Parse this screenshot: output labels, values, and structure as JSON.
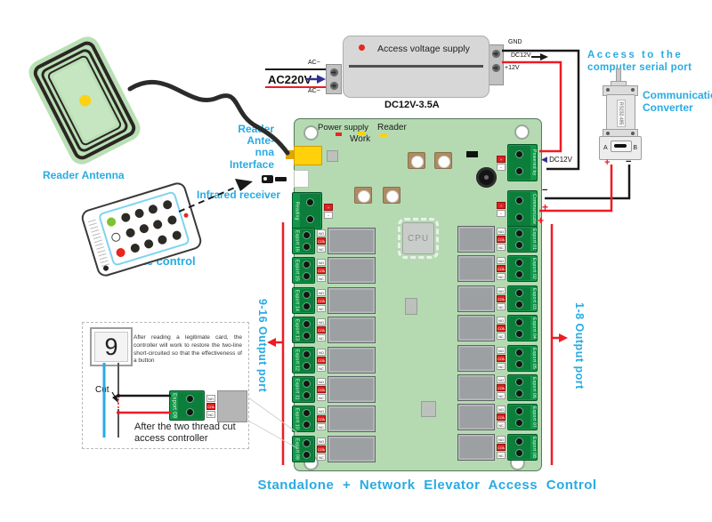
{
  "title": "Standalone + Network Elevator Access Control",
  "labels": {
    "reader_antenna": "Reader Antenna",
    "ir_remote": "IR remote control",
    "infrared_receiver": "Infrared receiver",
    "antenna_interface_line1": "Reader Ante-",
    "antenna_interface_line2": "nna Interface",
    "output_left": "9-16 Output port",
    "output_right": "1-8 Output port",
    "serial_line1": "Access to the",
    "serial_line2": "computer serial port",
    "converter_line1": "Communication",
    "converter_line2": "Converter",
    "converter_chip": "RS232-485",
    "port_a": "A",
    "port_b": "B",
    "plus": "+",
    "minus": "−",
    "dc12v_in": "DC12V"
  },
  "psu": {
    "name": "Access voltage supply",
    "model": "DC12V-3.5A",
    "input_label": "AC220V",
    "ac_label": "AC~",
    "out_gnd": "GND",
    "out_dc": "DC12V",
    "out_12v": "+12V"
  },
  "board": {
    "led_power": "Power supply",
    "led_work": "Work",
    "led_reader": "Reader",
    "cpu": "CPU",
    "port_power_in": "Powered by",
    "port_comm": "Communicate",
    "port_reader": "Reading",
    "polarity_tags": [
      "+",
      "−"
    ],
    "pin_tags": [
      "NO",
      "COM",
      "NC"
    ],
    "exports_left": [
      "Export 16",
      "Export 15",
      "Export 14",
      "Export 13",
      "Export 12",
      "Export 11",
      "Export 10",
      "Export 09"
    ],
    "exports_right": [
      "Export 01",
      "Export 02",
      "Export 03",
      "Export 04",
      "Export 05",
      "Export 06",
      "Export 07",
      "Export 08"
    ]
  },
  "note": {
    "digit": "9",
    "cut_label": "Cut",
    "paragraph": "After reading a legitimate card, the controller will work to restore the two-line short-circuited so that the effectiveness of a button",
    "caption_line1": "After the two thread cut",
    "caption_line2": "access controller",
    "terminal_label": "Export 09"
  },
  "colors": {
    "accent_blue": "#29abe2",
    "wire_red": "#ec1c24",
    "wire_black": "#1a1a1a",
    "board_green": "#b5dab2",
    "terminal_green": "#12994a"
  }
}
